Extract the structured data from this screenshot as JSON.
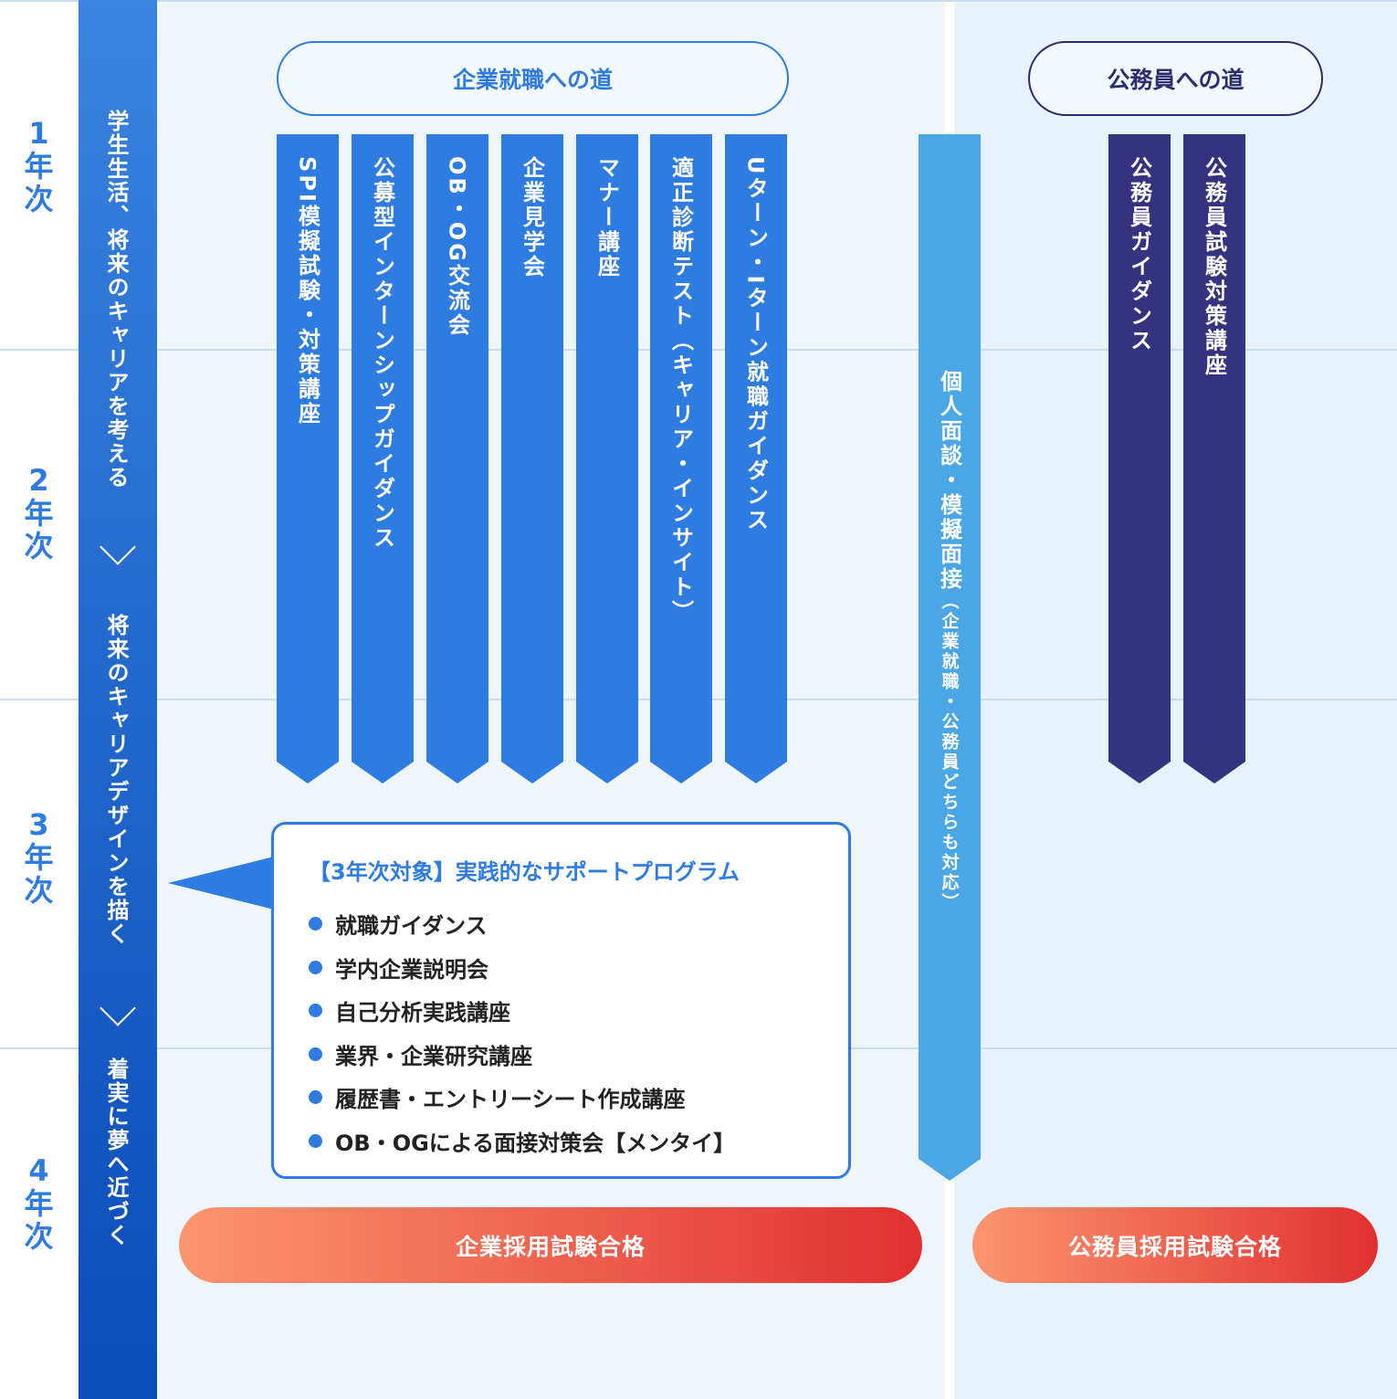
{
  "years": [
    "1\n年\n次",
    "2\n年\n次",
    "3\n年\n次",
    "4\n年\n次"
  ],
  "band": [
    "学生生活、将来のキャリアを考える",
    "将来のキャリアデザインを描く",
    "着実に夢へ近づく"
  ],
  "corporate": {
    "title": "企業就職への道",
    "items": [
      "SPI模擬試験・対策講座",
      "公募型インターンシップガイダンス",
      "OB・OG交流会",
      "企業見学会",
      "マナー講座",
      "適正診断テスト（キャリア・インサイト）",
      "Uターン・Iターン就職ガイダンス"
    ]
  },
  "common": {
    "title": "個人面談・模擬面接",
    "note": "（企業就職・公務員どちらも対応）"
  },
  "civil": {
    "title": "公務員への道",
    "items": [
      "公務員ガイダンス",
      "公務員試験対策講座"
    ]
  },
  "program": {
    "title": "【3年次対象】実践的なサポートプログラム",
    "items": [
      "就職ガイダンス",
      "学内企業説明会",
      "自己分析実践講座",
      "業界・企業研究講座",
      "履歴書・エントリーシート作成講座",
      "OB・OGによる面接対策会【メンタイ】"
    ]
  },
  "results": {
    "corporate": "企業採用試験合格",
    "civil": "公務員採用試験合格"
  },
  "colors": {
    "blue": "#2f7ce0",
    "navy": "#35337f",
    "sky": "#4aa6e4"
  }
}
